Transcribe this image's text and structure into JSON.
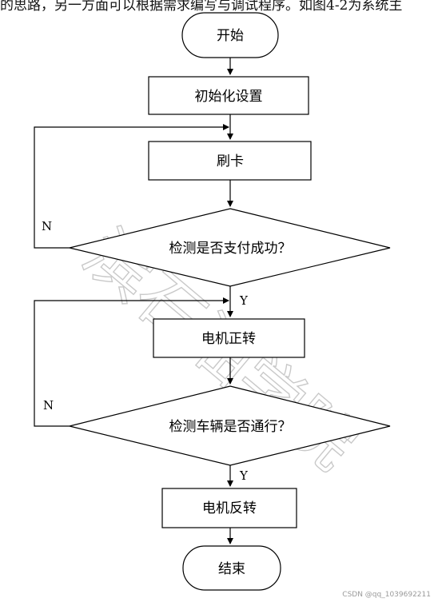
{
  "header_text": "的思路，另一方面可以根据需求编写与调试程序。如图4-2为系统主",
  "nodes": {
    "start": "开始",
    "init": "初始化设置",
    "swipe": "刷卡",
    "check_payment": "检测是否支付成功？",
    "motor_forward": "电机正转",
    "check_vehicle": "检测车辆是否通行？",
    "motor_reverse": "电机反转",
    "end": "结束"
  },
  "labels": {
    "no_1": "N",
    "yes_1": "Y",
    "no_2": "N",
    "yes_2": "Y"
  },
  "watermark": "滨石油学院",
  "credit": "CSDN @qq_1039692211"
}
